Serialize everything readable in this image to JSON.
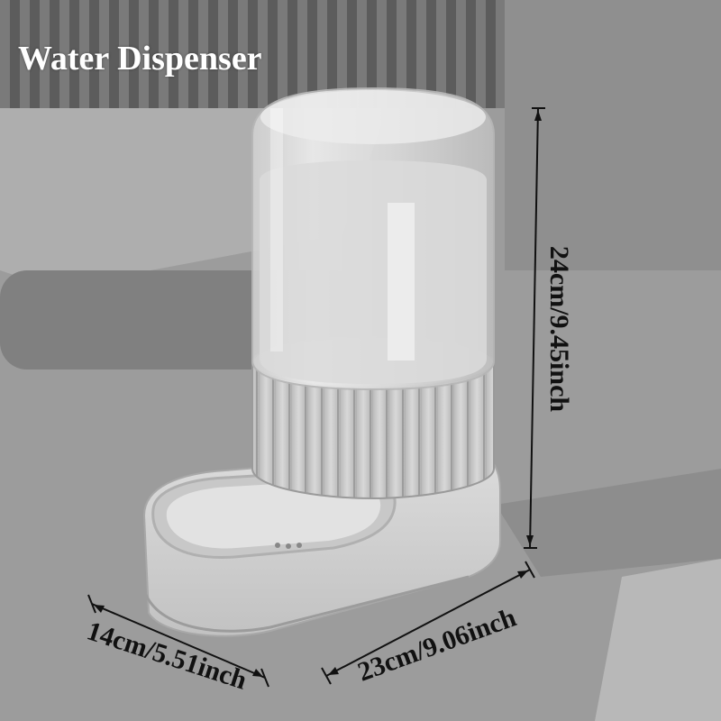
{
  "title": "Water Dispenser",
  "dimensions": {
    "height": "24cm/9.45inch",
    "depth": "14cm/5.51inch",
    "width": "23cm/9.06inch"
  },
  "colors": {
    "background": "#9a9a9a",
    "title_text": "#ffffff",
    "dimension_text": "#111111",
    "product_body": "#d6d6d6"
  }
}
